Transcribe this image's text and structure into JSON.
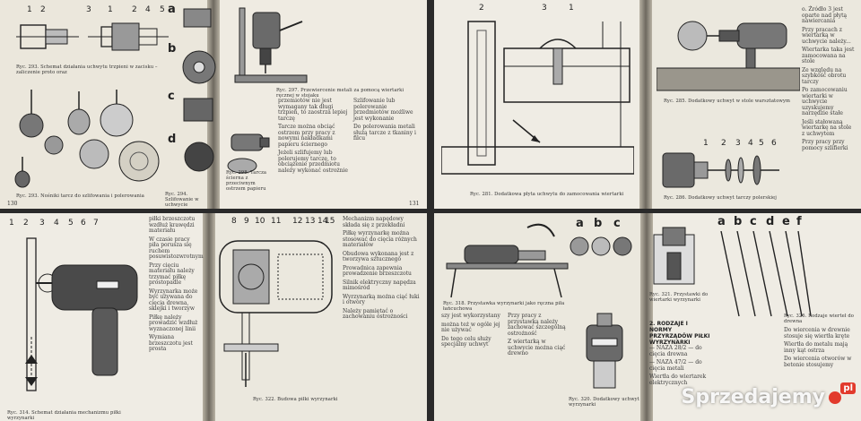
{
  "panel1": {
    "left_page": {
      "labels": [
        "1",
        "2",
        "3",
        "1",
        "2",
        "4",
        "5"
      ],
      "caption_top": "Ryc. 293. Schemat działania uchwytu trzpieni w zacisku – zaliczenie proto oraz",
      "caption_bottom": "Ryc. 293. Nośniki tarcz do szlifowania i polerowania",
      "page_number": "130"
    },
    "mid_strip": {
      "labels": [
        "a",
        "b",
        "c",
        "d"
      ],
      "caption_bot": "Ryc. 294. Szlifowanie w uchwycie"
    },
    "right_page": {
      "caption_drill": "Ryc. 297. Przewiercenie metali za pomocą wiertarki ręcznej w stojaku",
      "paragraphs": [
        "przemiotów nie jest wymagany tak długi trzpień, to zaostrza lepiej tarczę",
        "Szlifowanie lub polerowanie przedmiotów możliwe jest wykonanie",
        "Tarcze można obciąć ostrzem przy pracy z nowymi nakładkami papieru ściernego",
        "Jeżeli szlifujemy lub polerujemy tarczę, to obciążenie przedmiotu należy wykonać ostrożnie",
        "Do polerowania metali służą tarcze z tkaniny i filcu"
      ],
      "caption_small": "Ryc. 298. Tarcza ścierna z przeciwnym ostrzem papieru",
      "page_number": "131"
    }
  },
  "panel2": {
    "left_page": {
      "labels": [
        "2",
        "3",
        "1"
      ],
      "caption": "Ryc. 281. Dodatkowa płyta uchwytu do zamocowania wiertarki"
    },
    "right_page": {
      "labels": [
        "1",
        "2",
        "3",
        "4",
        "5",
        "6"
      ],
      "caption_top": "Ryc. 285. Dodatkowy uchwyt w stole warsztatowym",
      "caption_bottom": "Ryc. 286. Dodatkowy uchwyt tarczy polerskiej",
      "paragraphs": [
        "o. Źródło 3 jest oparte nad płytą nawiercania",
        "Przy pracach z wiertarką w uchwycie należy...",
        "Wiertarka taka jest zamocowana na stole",
        "Ze względu na szybkość obrotu tarczy",
        "Po zamocowaniu wiertarki w uchwycie uzyskujemy narzędzie stałe",
        "Jeśli stałowaną wiertarkę na stole z uchwytem",
        "Przy pracy przy pomocy szlifierki"
      ]
    }
  },
  "panel3": {
    "left_page": {
      "labels": [
        "1",
        "2",
        "3",
        "4",
        "5",
        "6",
        "7"
      ],
      "caption": "Ryc. 314. Schemat działania mechanizmu piłki wyrzynarki",
      "paragraphs": [
        "piłki brzeszczotu wzdłuż krawędzi materiału",
        "W czasie pracy piła porusza się ruchem posuwistozwrotnym",
        "Przy cięciu materiału należy trzymać piłkę prostopadle",
        "Wyrzynarka może być używana do cięcia drewna, sklejki i tworzyw",
        "Piłkę należy prowadzić wzdłuż wyznaczonej linii",
        "Wymiana brzeszczotu jest prosta"
      ]
    },
    "right_page": {
      "labels": [
        "8",
        "9",
        "10",
        "11",
        "12",
        "13",
        "14",
        "15"
      ],
      "caption": "Ryc. 322. Budowa piłki wyrzynarki",
      "paragraphs": [
        "Mechanizm napędowy składa się z przekładni",
        "Piłkę wyrzynarkę można stosować do cięcia różnych materiałów",
        "Obudowa wykonana jest z tworzywa sztucznego",
        "Prowadnica zapewnia prowadzenie brzeszczotu",
        "Silnik elektryczny napędza mimośród",
        "Wyrzynarką można ciąć łuki i otwory",
        "Należy pamiętać o zachowaniu ostrożności"
      ]
    }
  },
  "panel4": {
    "left_page": {
      "labels": [
        "a",
        "b",
        "c"
      ],
      "caption_top": "Ryc. 318. Przystawka wyrzynarki jako ręczna piła łańcuchowa",
      "caption_bottom": "Ryc. 320. Dodatkowy uchwyt wyrzynarki",
      "paragraphs": [
        "szy jest wykorzystany",
        "można też w ogóle jej nie używać",
        "Do tego celu służy specjalny uchwyt",
        "Przy pracy z przystawką należy zachować szczególną ostrożność",
        "Z wiertarką w uchwycie można ciąć drewno"
      ]
    },
    "right_page": {
      "labels": [
        "a",
        "b",
        "c",
        "d",
        "e",
        "f"
      ],
      "caption_top": "Ryc. 321. Przystawki do wiertarki wyrzynarki",
      "caption_right": "Ryc. 326. Rodzaje wierteł do drewna",
      "heading": "2. RODZAJE I NORMY PRZYRZĄDÓW PIŁKI WYRZYNARKI",
      "paragraphs": [
        "— NAZA 28/2 — do cięcia drewna",
        "— NAZA 47/2 — do cięcia metali",
        "Wiertła do wiertarek elektrycznych",
        "Do wiercenia w drewnie stosuje się wiertła kręte",
        "Wiertła do metalu mają inny kąt ostrza",
        "Do wiercenia otworów w betonie stosujemy"
      ]
    }
  },
  "watermark": {
    "text": "Sprzedajemy",
    "suffix": "pl"
  }
}
